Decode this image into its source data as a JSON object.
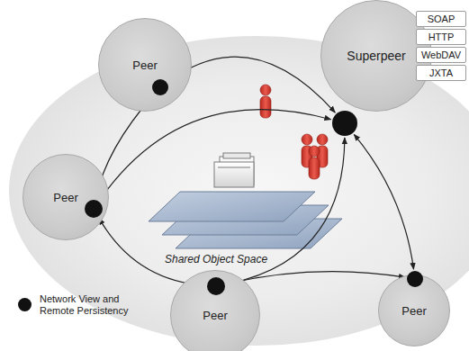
{
  "diagram": {
    "nodes": [
      {
        "text": [
          "Peer"
        ]
      },
      {
        "text": [
          "Superpeer"
        ]
      },
      {
        "text": [
          "SOAP"
        ]
      },
      {
        "text": [
          "HTTP"
        ]
      },
      {
        "text": [
          "WebDAV"
        ]
      },
      {
        "text": [
          "JXTA"
        ]
      },
      {
        "text": [
          "Peer"
        ]
      },
      {
        "text": [
          "Peer"
        ]
      },
      {
        "text": [
          "Peer"
        ]
      }
    ],
    "edges": [
      {
        "from": 0,
        "to": 1,
        "arrow": "both"
      },
      {
        "from": 0,
        "to": 6,
        "arrow": "both"
      },
      {
        "from": 6,
        "to": 1,
        "arrow": "both"
      },
      {
        "from": 6,
        "to": 7,
        "arrow": "both"
      },
      {
        "from": 1,
        "to": 7,
        "arrow": "both"
      },
      {
        "from": 1,
        "to": 8,
        "arrow": "both"
      },
      {
        "from": 7,
        "to": 8,
        "arrow": "both"
      }
    ],
    "labels": [
      "Shared Object Space"
    ],
    "legend": [
      {
        "text": "Network View and Remote Persistency",
        "color": "#111111"
      }
    ]
  }
}
